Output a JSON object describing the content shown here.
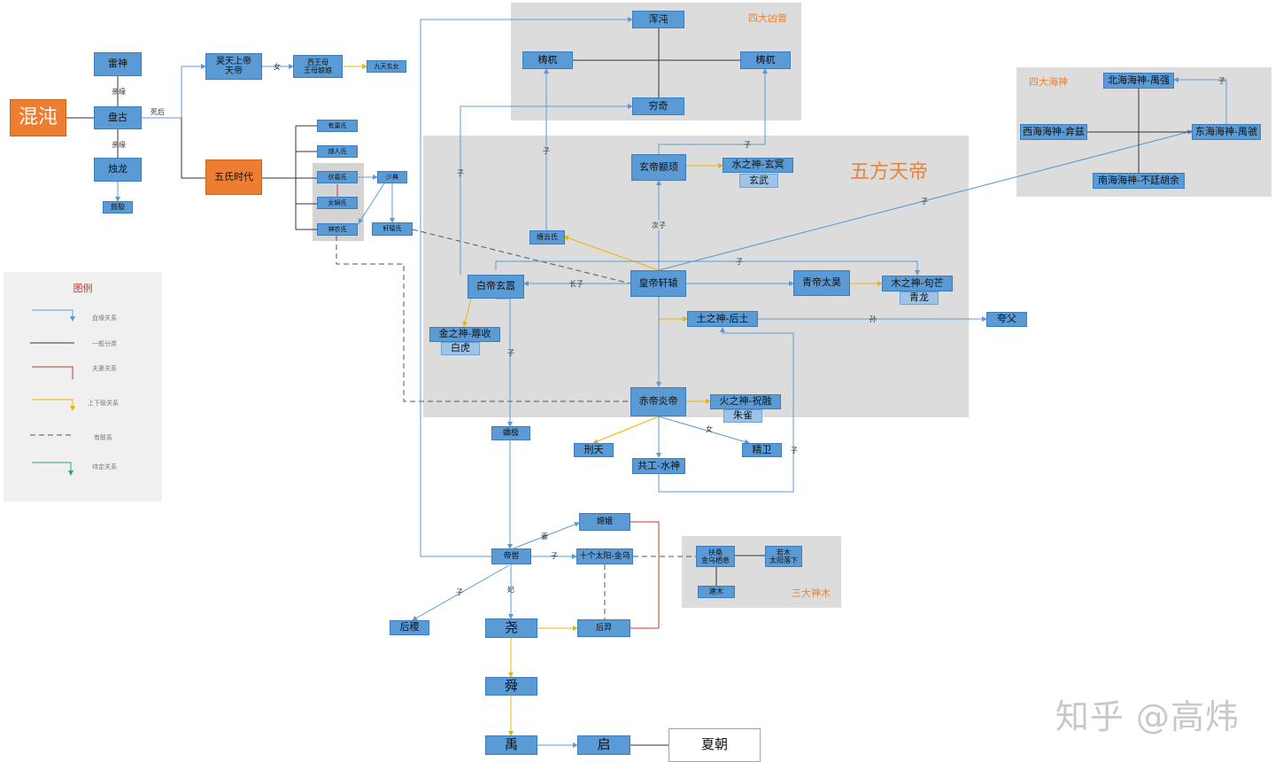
{
  "groups": {
    "four_beasts": "四大凶兽",
    "five_emperors": "五方天帝",
    "four_sea_gods": "四大海神",
    "three_trees": "三大神木"
  },
  "legend": {
    "title": "图例",
    "blood": "血缘关系",
    "general": "一般分类",
    "spouse": "夫妻关系",
    "hierarchy": "上下级关系",
    "related": "有联系",
    "pending": "待定关系"
  },
  "nodes": {
    "hundun": "混沌",
    "leishen": "雷神",
    "pangu": "盘古",
    "zhulong": "烛龙",
    "guyue": "鼓駮",
    "haotian": "昊天上帝\n天帝",
    "xiwangmu": "西王母\n王母娘娘",
    "jiutian": "九天玄女",
    "wushi": "五氏时代",
    "youchao": "有巢氏",
    "suiren": "燧人氏",
    "fuxi": "伏羲氏",
    "nvwa": "女娲氏",
    "shennong": "神农氏",
    "shaodian": "少典",
    "xuanyuan": "轩辕氏",
    "hundun2": "浑沌",
    "taowu1": "梼杌",
    "taowu2": "梼杌",
    "qiongqi": "穷奇",
    "zhuanxu": "玄帝颛顼",
    "xuanming": "水之神-玄冥",
    "xuanwu": "玄武",
    "jinyun": "缙云氏",
    "huangdi": "皇帝轩辕",
    "baidi": "白帝玄嚣",
    "qingdi": "青帝太昊",
    "goumang": "木之神-句芒",
    "qinglong": "青龙",
    "houtu": "土之神-后土",
    "kuafu": "夸父",
    "rushou": "金之神-蓐收",
    "baihu": "白虎",
    "chidi": "赤帝炎帝",
    "zhurong": "火之神-祝融",
    "zhuque": "朱雀",
    "xingtian": "刑天",
    "gonggong": "共工-水神",
    "jingwei": "精卫",
    "jiaoji": "蟜极",
    "diku": "帝喾",
    "change": "嫦娥",
    "shiyang": "十个太阳-金乌",
    "houji": "后稷",
    "yao": "尧",
    "houyi": "后羿",
    "shun": "舜",
    "yu": "禹",
    "qi": "启",
    "xia": "夏朝",
    "beihai": "北海海神-禺强",
    "xihai": "西海海神-弇兹",
    "donghai": "东海海神-禺虢",
    "nanhai": "南海海神-不廷胡余",
    "fusang": "扶桑\n金乌栖息",
    "ruomu": "若木\n太阳落下",
    "jianmu": "建木"
  },
  "edge_labels": {
    "qinyuan1": "亲缘",
    "qinyuan2": "亲缘",
    "sihou": "死后",
    "nv1": "女",
    "cizi": "次子",
    "zhangzi": "长子",
    "zi1": "子",
    "zi2": "子",
    "zi3": "子",
    "zi4": "子",
    "zi5": "子",
    "zi6": "子",
    "zi7": "子",
    "zi8": "子",
    "sun": "孙",
    "nv2": "女",
    "qi2": "妻",
    "fei": "妃",
    "r1": "子",
    "r2": "子"
  },
  "colors": {
    "node": "#5b9bd5",
    "orange": "#ed7d31",
    "blood": "#5b9bd5",
    "general": "#333333",
    "spouse": "#c0392b",
    "hierarchy": "#f0b400",
    "related": "#555555",
    "pending": "#27ae60"
  },
  "watermark": "知乎 @高炜"
}
